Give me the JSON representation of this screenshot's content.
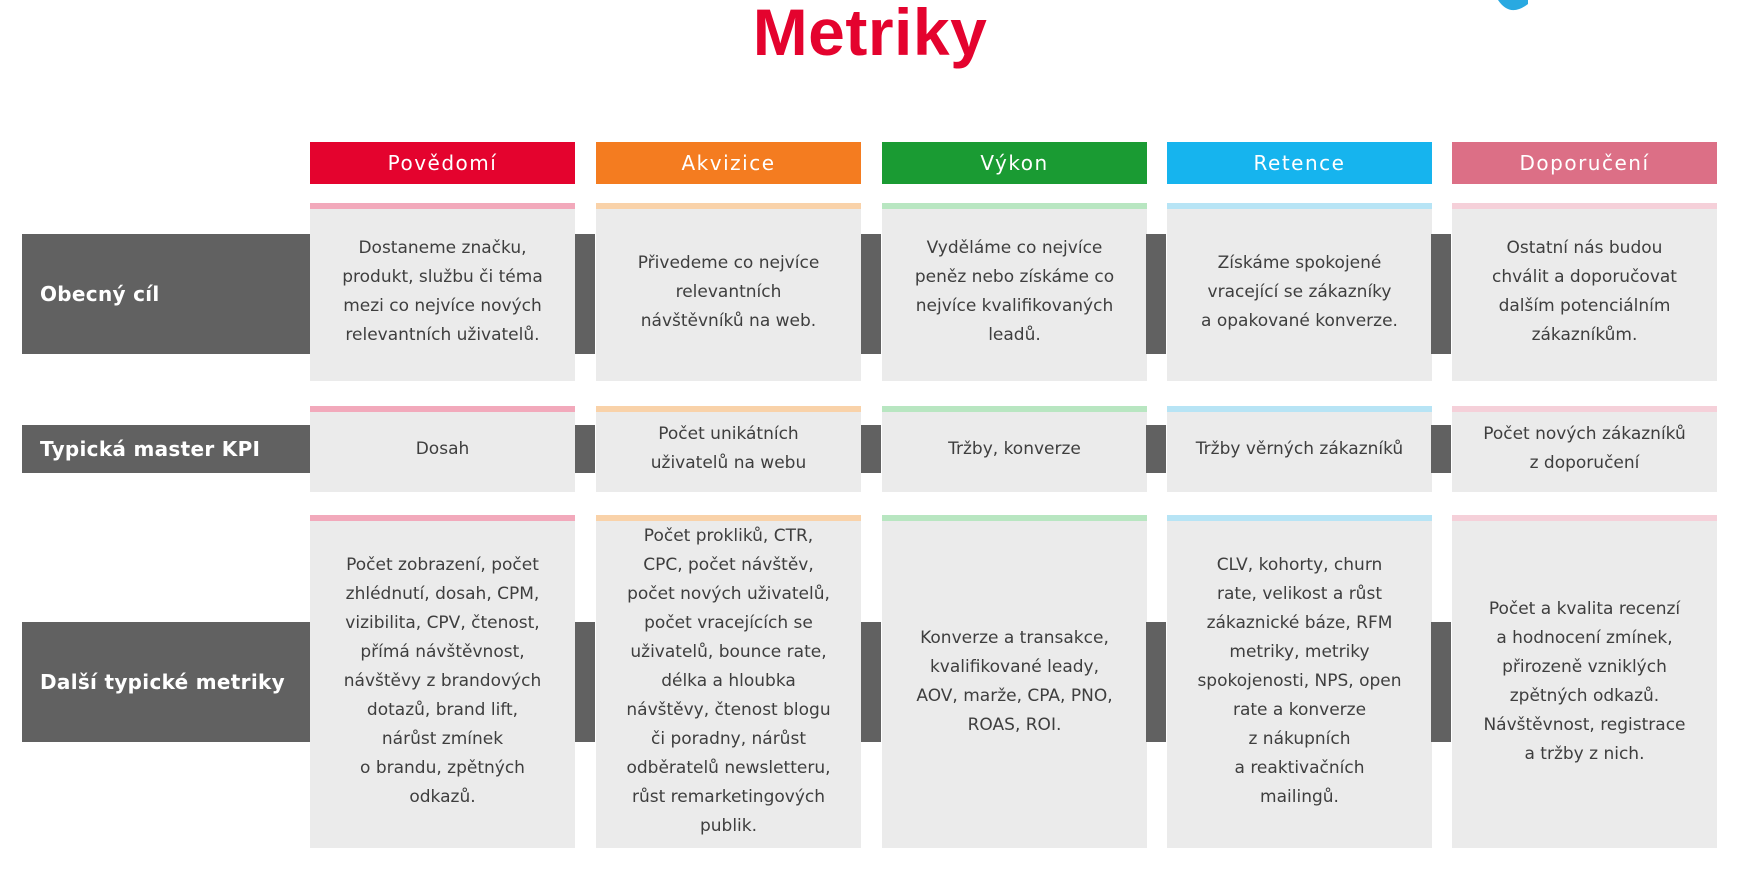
{
  "title": "Metriky",
  "colors": {
    "title": "#e4032e",
    "label_bg": "#616161",
    "cell_bg": "#ebebeb",
    "corner_icon": "#29a9e1"
  },
  "columns": [
    {
      "label": "Povědomí",
      "color": "#e4032e",
      "accent": "#f2a9bb"
    },
    {
      "label": "Akvizice",
      "color": "#f47c20",
      "accent": "#f9d2a9"
    },
    {
      "label": "Výkon",
      "color": "#1a9b33",
      "accent": "#b8e6c1"
    },
    {
      "label": "Retence",
      "color": "#16b4ee",
      "accent": "#b7e4f5"
    },
    {
      "label": "Doporučení",
      "color": "#dc6f86",
      "accent": "#f5d0d9"
    }
  ],
  "rows": [
    {
      "label": "Obecný cíl",
      "cells": [
        "Dostaneme značku,\nprodukt, službu či téma\nmezi co nejvíce nových\nrelevantních uživatelů.",
        "Přivedeme co nejvíce\nrelevantních\nnávštěvníků na web.",
        "Vyděláme co nejvíce\npeněz nebo získáme co\nnejvíce kvalifikovaných\nleadů.",
        "Získáme spokojené\nvracející se zákazníky\na opakované konverze.",
        "Ostatní nás budou\nchválit a doporučovat\ndalším potenciálním\nzákazníkům."
      ]
    },
    {
      "label": "Typická master KPI",
      "cells": [
        "Dosah",
        "Počet unikátních\nuživatelů na webu",
        "Tržby, konverze",
        "Tržby věrných zákazníků",
        "Počet nových zákazníků\nz doporučení"
      ]
    },
    {
      "label": "Další typické metriky",
      "cells": [
        "Počet zobrazení, počet\nzhlédnutí, dosah, CPM,\nvizibilita, CPV, čtenost,\npřímá návštěvnost,\nnávštěvy z brandových\ndotazů, brand lift,\nnárůst zmínek\no brandu, zpětných\nodkazů.",
        "Počet prokliků, CTR,\nCPC, počet návštěv,\npočet nových uživatelů,\npočet vracejících se\nuživatelů, bounce rate,\ndélka a hloubka\nnávštěvy, čtenost blogu\nči poradny, nárůst\nodběratelů newsletteru,\nrůst remarketingových\npublik.",
        "Konverze a transakce,\nkvalifikované leady,\nAOV, marže, CPA, PNO,\nROAS, ROI.",
        "CLV, kohorty, churn\nrate, velikost a růst\nzákaznické báze, RFM\nmetriky, metriky\nspokojenosti, NPS, open\nrate a konverze\nz nákupních\na reaktivačních\nmailingů.",
        "Počet a kvalita recenzí\na hodnocení zmínek,\npřirozeně vzniklých\nzpětných odkazů.\nNávštěvnost, registrace\na tržby z nich."
      ]
    }
  ]
}
